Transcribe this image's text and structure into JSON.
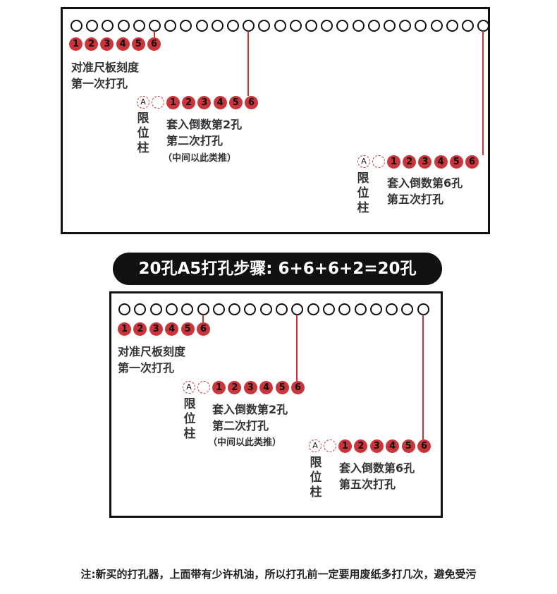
{
  "top_diagram": {
    "hole_count": 27,
    "first_hint": "对准尺板刻度\n第一次打孔",
    "second_hint": "套入倒数第2孔\n第二次打孔",
    "second_sub": "（中间以此类推）",
    "last_hint": "套入倒数第6孔\n第五次打孔",
    "stop_label": "限位柱",
    "stop_mark": "A",
    "sequence": [
      "1",
      "2",
      "3",
      "4",
      "5",
      "6"
    ]
  },
  "title_pill": "20孔A5打孔步骤: 6+6+6+2=20孔",
  "bottom_diagram": {
    "hole_count": 20,
    "first_hint": "对准尺板刻度\n第一次打孔",
    "second_hint": "套入倒数第2孔\n第二次打孔",
    "second_sub": "（中间以此类推）",
    "last_hint": "套入倒数第6孔\n第五次打孔",
    "stop_label": "限位柱",
    "stop_mark": "A",
    "sequence": [
      "1",
      "2",
      "3",
      "4",
      "5",
      "6"
    ]
  },
  "footer_note": "注:新买的打孔器，上面带有少许机油，所以打孔前一定要用废纸多打几次，避免受污"
}
